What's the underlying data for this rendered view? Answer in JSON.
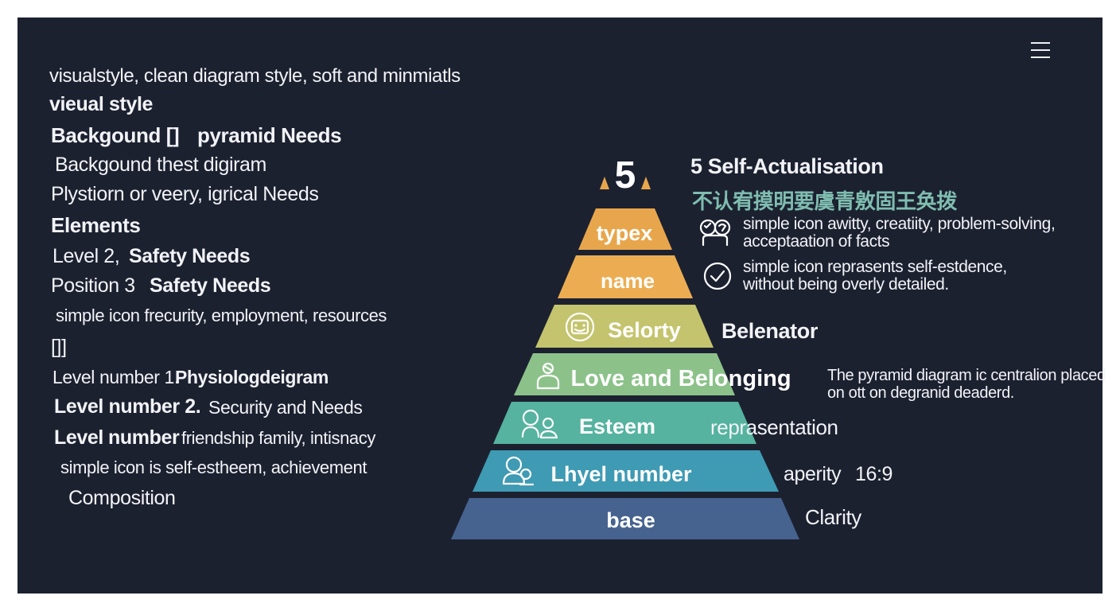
{
  "menu_icon": "hamburger-menu-icon",
  "left_lines": [
    "visualstyle, clean diagram style, soft and minmiatls",
    "vieual style",
    "Backgound []",
    "pyramid Needs",
    "Backgound thest digiram",
    "Plystiorn or veery, igrical Needs",
    "Elements",
    "Level 2,",
    "Safety Needs",
    "Position 3",
    "Safety Needs",
    "simple icon frecurity, employment, resources",
    "[]]",
    "Level number 1.",
    "Physiologdeigram",
    "Level number 2.",
    "Security and Needs",
    "Level",
    "number",
    "friendship family, intisnacy",
    "simple icon is self-estheem, achievement",
    "Composition"
  ],
  "apex": {
    "number": "5"
  },
  "pyramid": {
    "levels": [
      {
        "label": "typex",
        "color": "#e8a64c",
        "icon": ""
      },
      {
        "label": "name",
        "color": "#ecad52",
        "icon": ""
      },
      {
        "label": "Selorty",
        "color": "#c4c46e",
        "icon": "smiley-face-icon"
      },
      {
        "label": "Love and Belonging",
        "color": "#8cc28a",
        "icon": "person-icon"
      },
      {
        "label": "Esteem",
        "color": "#55b3a0",
        "icon": "people-group-icon"
      },
      {
        "label": "Lhyel number",
        "color": "#3f9ab3",
        "icon": "person-profile-icon"
      },
      {
        "label": "base",
        "color": "#46628f",
        "icon": ""
      }
    ]
  },
  "right": {
    "title": "5 Self-Actualisation",
    "cjk_subtitle": "不认宥摸明要虞青敫固王奂拨",
    "items": [
      {
        "icon": "people-heart-icon",
        "line1": "simple icon awitty, creatiity, problem-solving,",
        "line2": "acceptaation of facts"
      },
      {
        "icon": "check-circle-icon",
        "line1": "simple icon reprasents self-estdence,",
        "line2": "without being overly detailed."
      }
    ],
    "belenator": "Belenator",
    "note_line1": "The pyramid diagram ic centralion placed",
    "note_line2": "on ott on degranid deaderd.",
    "representation": "reprasentation",
    "aperity": "aperity",
    "ratio": "16:9",
    "clarity": "Clarity"
  }
}
